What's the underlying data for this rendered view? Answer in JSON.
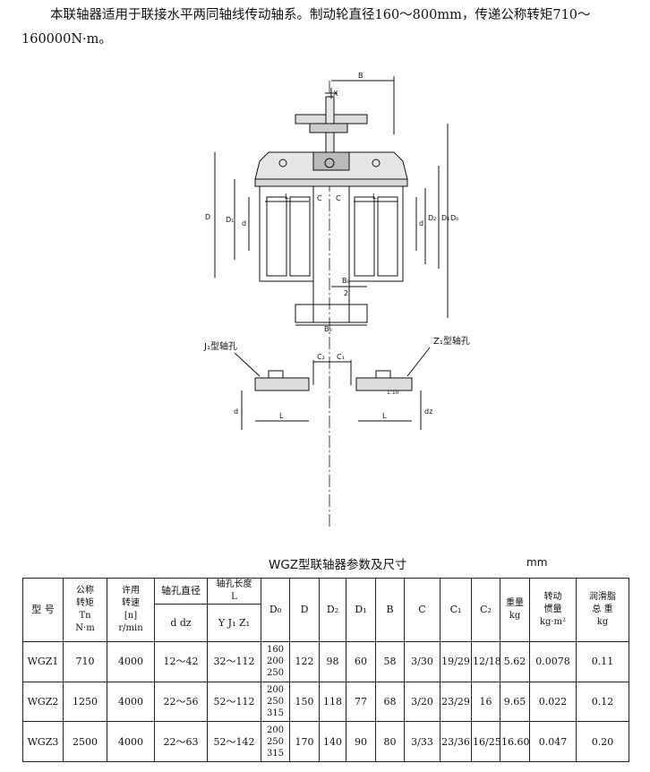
{
  "intro": {
    "text": "本联轴器适用于联接水平两同轴线传动轴系。制动轮直径160～800mm，传递公称转矩710～160000N·m。"
  },
  "drawing": {
    "labels": {
      "x": "X",
      "B": "B",
      "D": "D",
      "D1": "D₁",
      "d": "d",
      "dz": "dz",
      "D2": "D₂",
      "D0": "D₀",
      "L": "L",
      "C": "C",
      "B0_half": "B₀",
      "two": "2",
      "B0": "B₀",
      "C1": "C₁",
      "C2": "C₂",
      "J1_hole": "J₁型轴孔",
      "Z1_hole": "Z₁型轴孔",
      "taper": "1:10"
    }
  },
  "table": {
    "title": "WGZ型联轴器参数及尺寸",
    "unit": "mm",
    "headers": {
      "model": "型 号",
      "torque": "公称\n转矩\nTn\nN·m",
      "speed": "许用\n转速\n[n]\nr/min",
      "bore": "轴孔直径",
      "bore_sub": "d dz",
      "len": "轴孔长度\nL",
      "len_sub": "Y J₁ Z₁",
      "D0": "D₀",
      "D": "D",
      "D2": "D₂",
      "D1": "D₁",
      "B": "B",
      "C": "C",
      "C1": "C₁",
      "C2": "C₂",
      "weight": "重量\nkg",
      "inertia": "转动\n惯量\nkg·m²",
      "grease": "润滑脂\n总 重\nkg"
    },
    "rows": [
      {
        "model": "WGZ1",
        "torque": "710",
        "speed": "4000",
        "bore": "12～42",
        "len": "32～112",
        "D0": "160\n200\n250",
        "D": "122",
        "D2": "98",
        "D1": "60",
        "B": "58",
        "C": "3/30",
        "C1": "19/29",
        "C2": "12/18",
        "weight": "5.62",
        "inertia": "0.0078",
        "grease": "0.11"
      },
      {
        "model": "WGZ2",
        "torque": "1250",
        "speed": "4000",
        "bore": "22～56",
        "len": "52～112",
        "D0": "200\n250\n315",
        "D": "150",
        "D2": "118",
        "D1": "77",
        "B": "68",
        "C": "3/20",
        "C1": "23/29",
        "C2": "16",
        "weight": "9.65",
        "inertia": "0.022",
        "grease": "0.12"
      },
      {
        "model": "WGZ3",
        "torque": "2500",
        "speed": "4000",
        "bore": "22～63",
        "len": "52～142",
        "D0": "200\n250\n315",
        "D": "170",
        "D2": "140",
        "D1": "90",
        "B": "80",
        "C": "3/33",
        "C1": "23/36",
        "C2": "16/25",
        "weight": "16.60",
        "inertia": "0.047",
        "grease": "0.20"
      }
    ]
  }
}
